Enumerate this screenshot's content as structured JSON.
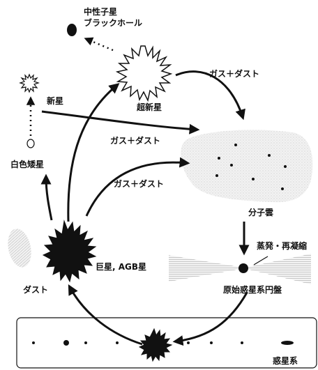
{
  "labels": {
    "neutron_star": "中性子星",
    "black_hole": "ブラックホール",
    "supernova": "超新星",
    "nova": "新星",
    "white_dwarf": "白色矮星",
    "gas_dust_1": "ガス＋ダスト",
    "gas_dust_2": "ガス＋ダスト",
    "gas_dust_3": "ガス＋ダスト",
    "molecular_cloud": "分子雲",
    "evaporation": "蒸発・再凝縮",
    "giant_star": "巨星, AGB星",
    "dust": "ダスト",
    "protoplanetary_disk": "原始惑星系円盤",
    "planetary_system": "惑星系"
  }
}
